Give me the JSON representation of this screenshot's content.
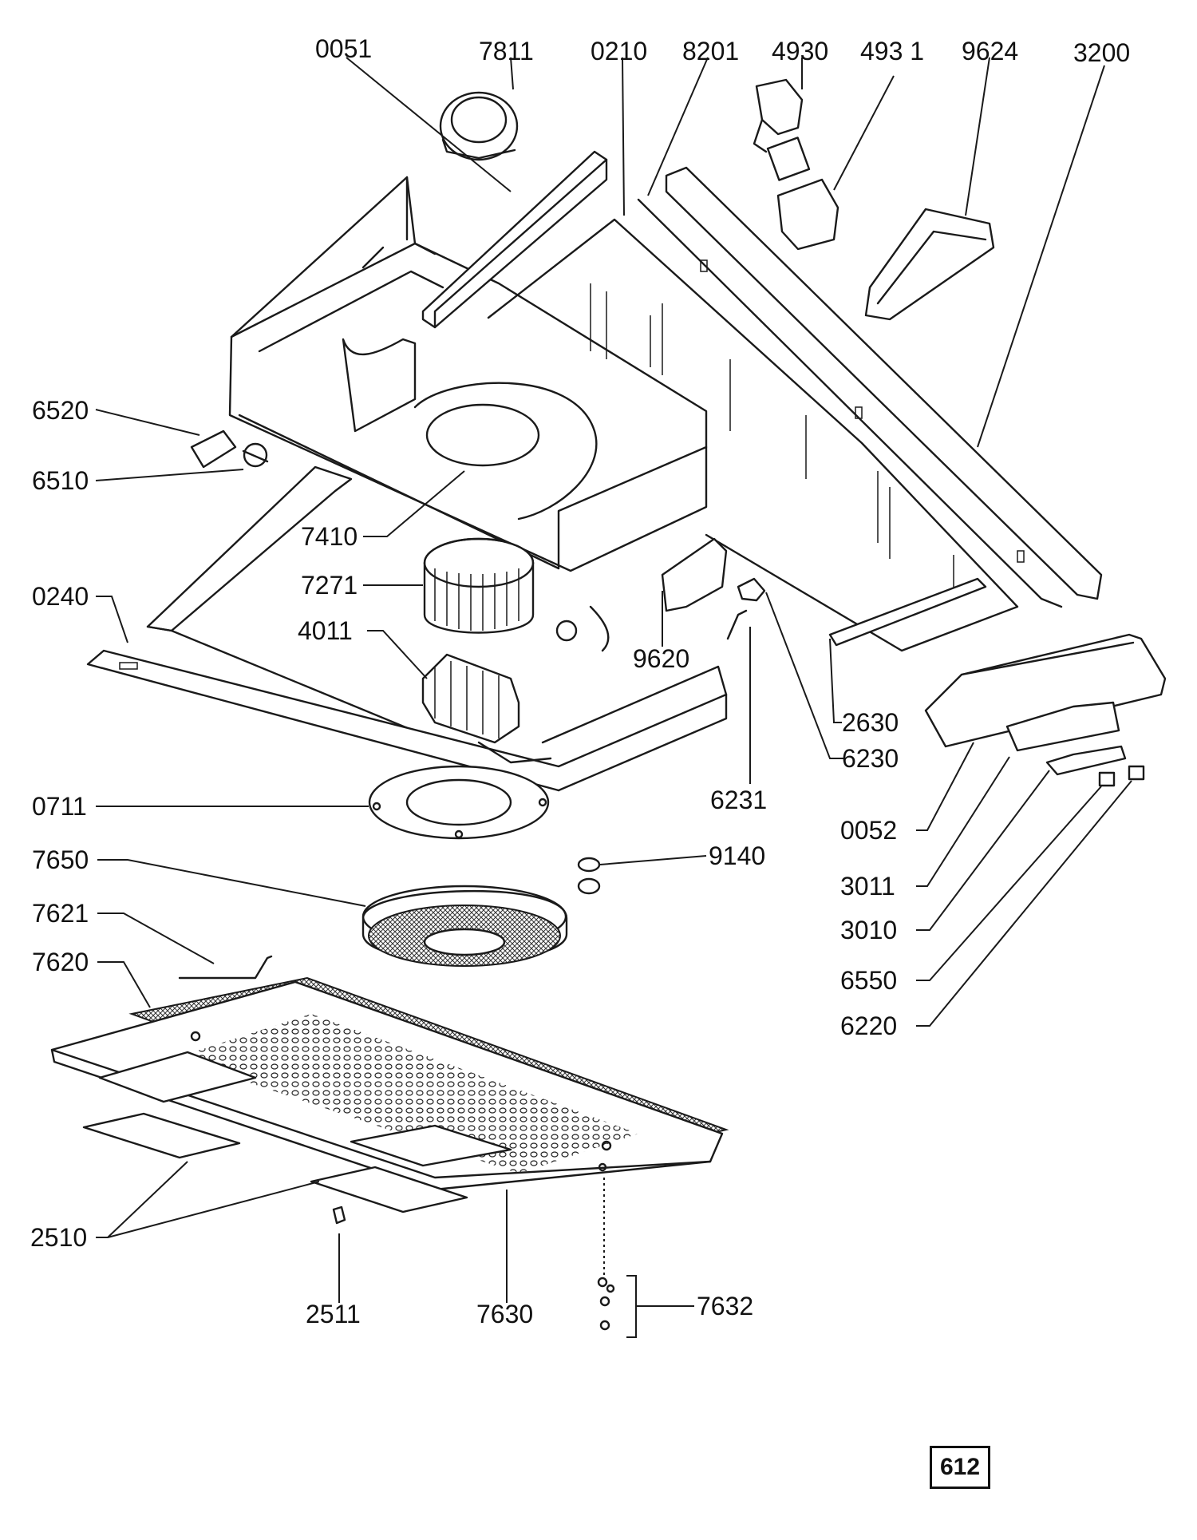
{
  "diagram": {
    "callouts": {
      "c0051": "0051",
      "c7811": "7811",
      "c0210": "0210",
      "c8201": "8201",
      "c4930": "4930",
      "c4931": "493 1",
      "c9624": "9624",
      "c3200": "3200",
      "c6520": "6520",
      "c6510": "6510",
      "c7410": "7410",
      "c7271": "7271",
      "c0240": "0240",
      "c4011": "4011",
      "c9620": "9620",
      "c2630": "2630",
      "c6230": "6230",
      "c6231": "6231",
      "c0711": "0711",
      "c0052": "0052",
      "c7650": "7650",
      "c9140": "9140",
      "c3011": "3011",
      "c7621": "7621",
      "c3010": "3010",
      "c7620": "7620",
      "c6550": "6550",
      "c6220": "6220",
      "c2510": "2510",
      "c2511": "2511",
      "c7630": "7630",
      "c7632": "7632"
    },
    "page_number": "612"
  }
}
